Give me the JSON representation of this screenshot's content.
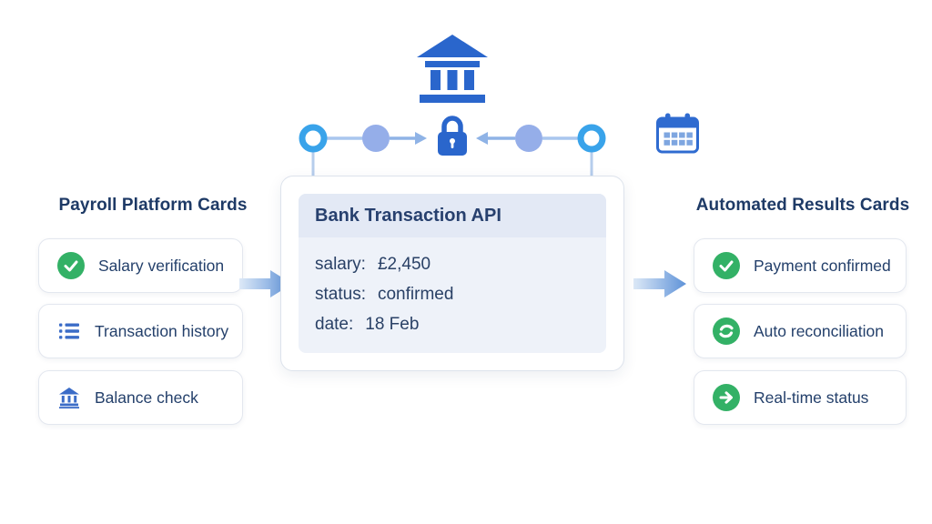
{
  "top_diagram": {
    "bank_icon": "bank",
    "lock_icon": "padlock",
    "calendar_icon": "calendar",
    "flow": "two payroll nodes converging on secure lock"
  },
  "left_column": {
    "title": "Payroll Platform Cards",
    "cards": [
      {
        "icon": "check-circle-icon",
        "label": "Salary verification"
      },
      {
        "icon": "list-icon",
        "label": "Transaction history"
      },
      {
        "icon": "bank-icon",
        "label": "Balance check"
      }
    ]
  },
  "center_card": {
    "title": "Bank Transaction API",
    "fields": [
      {
        "key": "salary:",
        "value": "£2,450"
      },
      {
        "key": "status:",
        "value": "confirmed"
      },
      {
        "key": "date:",
        "value": "18 Feb"
      }
    ]
  },
  "right_column": {
    "title": "Automated Results Cards",
    "cards": [
      {
        "icon": "check-circle-icon",
        "label": "Payment confirmed"
      },
      {
        "icon": "sync-icon",
        "label": "Auto reconciliation"
      },
      {
        "icon": "arrow-right-circle-icon",
        "label": "Real-time status"
      }
    ]
  },
  "colors": {
    "bank_blue": "#2a66cc",
    "ring_blue": "#39a3ea",
    "node_blue": "#95aee9",
    "connector_blue": "#a9c6ee",
    "navy_text": "#1e3a66",
    "green": "#33b166",
    "icon_blue": "#3b6cc7",
    "panel_header_bg": "#e3e9f5",
    "panel_body_bg": "#eef2f9"
  }
}
